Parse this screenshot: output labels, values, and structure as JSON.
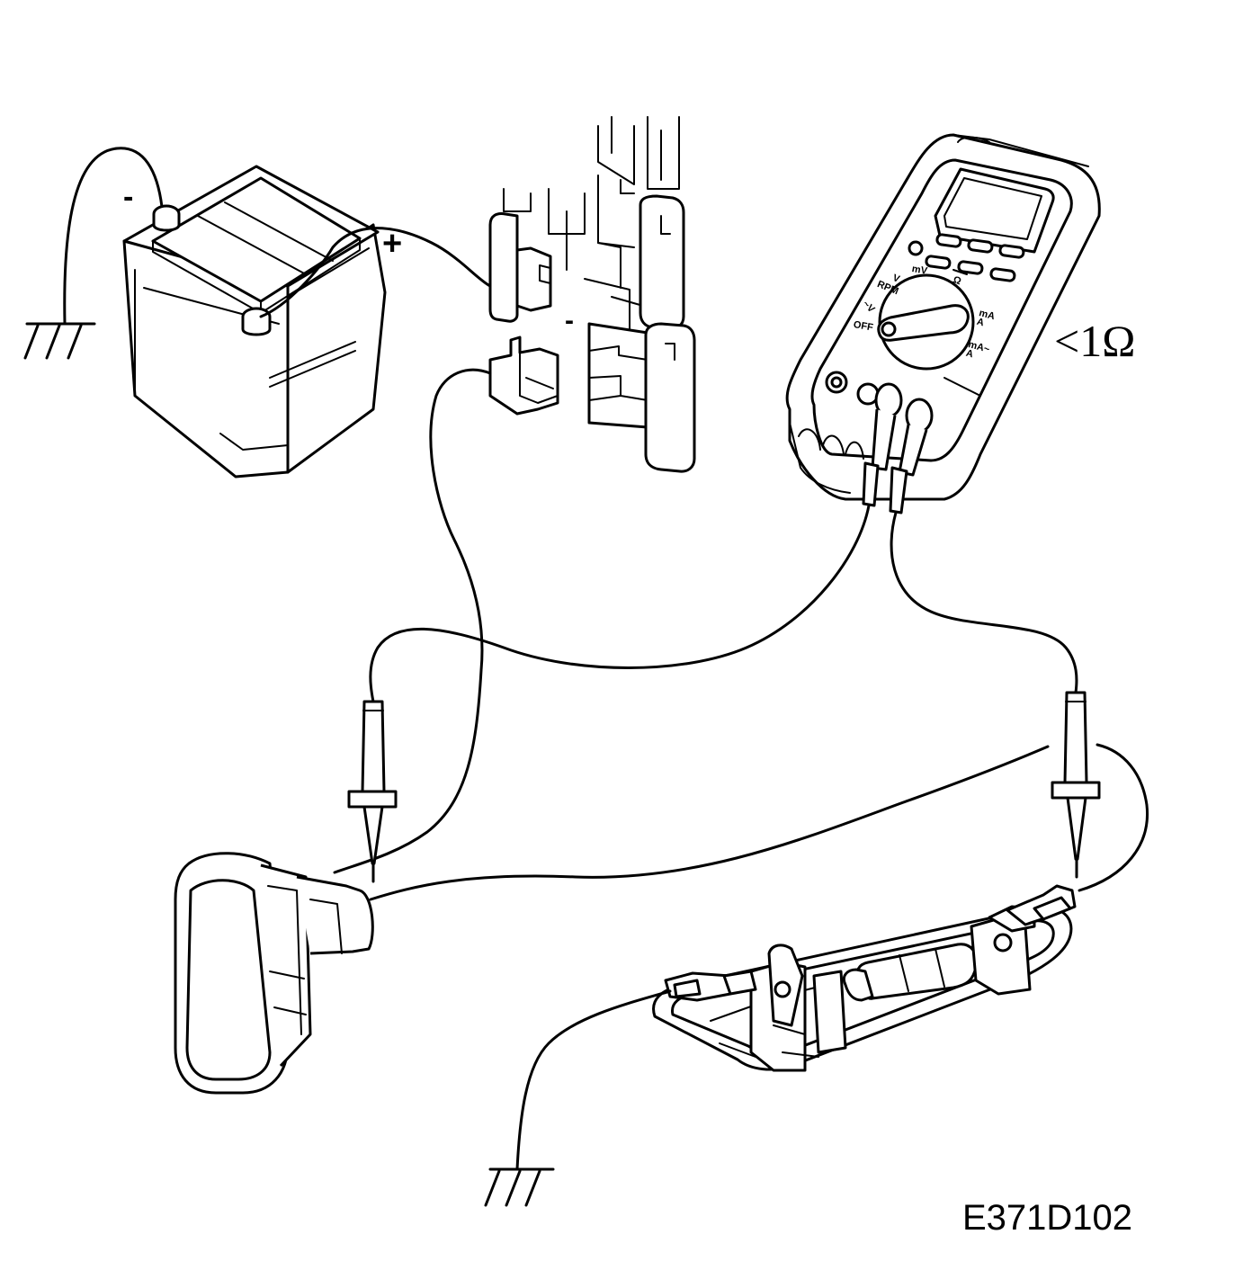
{
  "diagram": {
    "battery": {
      "negative_label": "-",
      "positive_label": "+"
    },
    "fuse_box": {
      "minus_label": "-"
    },
    "multimeter": {
      "reading": "<1Ω",
      "dial_labels": {
        "v_dc": "V",
        "rpm": "RPM",
        "mv": "mV",
        "ohm": "Ω",
        "v_ac": "~V",
        "off": "OFF",
        "ma_a": "mA\nA",
        "ma_a_ac": "mA~\nA"
      }
    },
    "figure_code": "E371D102"
  }
}
